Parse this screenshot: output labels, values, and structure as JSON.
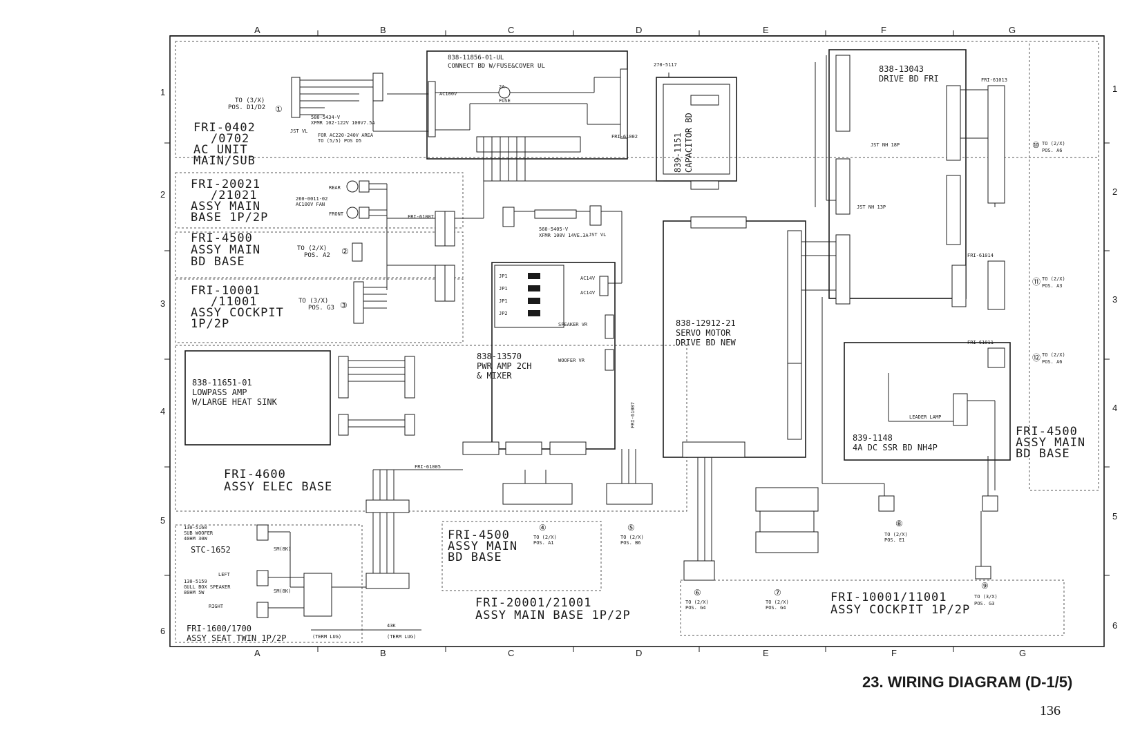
{
  "page": {
    "title": "23. WIRING DIAGRAM (D-1/5)",
    "page_number": "136"
  },
  "grid": {
    "columns": [
      "A",
      "B",
      "C",
      "D",
      "E",
      "F",
      "G"
    ],
    "rows": [
      "1",
      "2",
      "3",
      "4",
      "5",
      "6"
    ]
  },
  "assemblies": {
    "ac_unit": [
      "FRI-0402",
      "/0702",
      "AC UNIT",
      "MAIN/SUB"
    ],
    "base_main": [
      "FRI-20021",
      "/21021",
      "ASSY MAIN",
      "BASE 1P/2P"
    ],
    "main_bd_base_left": [
      "FRI-4500",
      "ASSY MAIN",
      "BD BASE"
    ],
    "cockpit_left": [
      "FRI-10001",
      "/11001",
      "ASSY COCKPIT",
      "1P/2P"
    ],
    "elec_base": [
      "FRI-4600",
      "ASSY ELEC BASE"
    ],
    "seat_twin": [
      "FRI-1600/1700",
      "ASSY SEAT TWIN 1P/2P"
    ],
    "main_bd_base_center": [
      "FRI-4500",
      "ASSY MAIN",
      "BD BASE"
    ],
    "base_main_bottom": [
      "FRI-20001/21001",
      "ASSY MAIN BASE 1P/2P"
    ],
    "cockpit_bottom": [
      "FRI-10001/11001",
      "ASSY COCKPIT 1P/2P"
    ],
    "main_bd_base_right": [
      "FRI-4500",
      "ASSY MAIN",
      "BD BASE"
    ]
  },
  "boards": {
    "connect": [
      "838-11856-01-UL",
      "CONNECT BD W/FUSE&COVER UL"
    ],
    "capacitor": [
      "839-1151",
      "CAPACITOR BD"
    ],
    "drive": [
      "838-13043",
      "DRIVE BD FRI"
    ],
    "lowpass": [
      "838-11651-01",
      "LOWPASS AMP",
      "W/LARGE HEAT SINK"
    ],
    "pwr_amp": [
      "838-13570",
      "PWR AMP 2CH",
      "& MIXER"
    ],
    "servo": [
      "838-12912-21",
      "SERVO MOTOR",
      "DRIVE BD NEW"
    ],
    "ssr": [
      "839-1148",
      "4A DC SSR BD NH4P"
    ]
  },
  "refs": {
    "r1": {
      "mark": "①",
      "text": [
        "TO (3/X)",
        "POS. D1/D2"
      ]
    },
    "r2": {
      "mark": "②",
      "text": [
        "TO (2/X)",
        "POS. A2"
      ]
    },
    "r3": {
      "mark": "③",
      "text": [
        "TO (3/X)",
        "POS. G3"
      ]
    },
    "r4": {
      "mark": "④",
      "text": [
        "TO (2/X)",
        "POS. A1"
      ]
    },
    "r5": {
      "mark": "⑤",
      "text": [
        "TO (2/X)",
        "POS. B6"
      ]
    },
    "r6": {
      "mark": "⑥",
      "text": [
        "TO (2/X)",
        "POS. G4"
      ]
    },
    "r7": {
      "mark": "⑦",
      "text": [
        "TO (2/X)",
        "POS. G4"
      ]
    },
    "r8": {
      "mark": "⑧",
      "text": [
        "TO (2/X)",
        "POS. E1"
      ]
    },
    "r9": {
      "mark": "⑨",
      "text": [
        "TO (3/X)",
        "POS. G3"
      ]
    },
    "r10": {
      "mark": "⑩",
      "text": [
        "TO (2/X)",
        "POS. A6"
      ]
    },
    "r11": {
      "mark": "⑪",
      "text": [
        "TO (2/X)",
        "POS. A3"
      ]
    },
    "r12": {
      "mark": "⑫",
      "text": [
        "TO (2/X)",
        "POS. A6"
      ]
    }
  },
  "labels": {
    "ac_note1": "580-5434-V",
    "ac_note2": "XFMR 102-122V 100V7.5A",
    "ac_note3": "FOR AC220-240V AREA",
    "ac_note4": "TO (5/5) POS D5",
    "jst_vl": "JST VL",
    "fuse": "FUSE",
    "fuse_val": "2A",
    "fan_rear": "REAR",
    "fan_front": "FRONT",
    "fan_part": "260-0011-02",
    "fan_desc": "AC100V FAN",
    "xfmr2": "560-5405-V",
    "xfmr2_desc": "XFMR 100V 14VE.3A",
    "speaker": "SPEAKER VR",
    "woofer": "WOOFER VR",
    "left": "LEFT",
    "right": "RIGHT",
    "sub_woofer": [
      "130-5160",
      "SUB WOOFER",
      "40HM 30W"
    ],
    "stc": "STC-1652",
    "gull_box": [
      "130-5159",
      "GULL BOX SPEAKER",
      "80HM 5W"
    ],
    "sm": "SM(8K)",
    "term_lug": "(TERM LUG)",
    "len": "43K",
    "cap_val": "270-5117",
    "leader_lamp": "LEADER LAMP",
    "cable_fri61002": "FRI-61002",
    "cable_fri61005": "FRI-61005",
    "cable_fri61007": "FRI-61007",
    "cable_fri61014": "FRI-61014",
    "cable_fri61011": "FRI-61011",
    "cable_fri61013": "FRI-61013",
    "ac_connector": "AC100V",
    "ac_14v": "AC14V",
    "jst_nh": "JST NH 18P",
    "jst_nh13": "JST NH 13P"
  }
}
